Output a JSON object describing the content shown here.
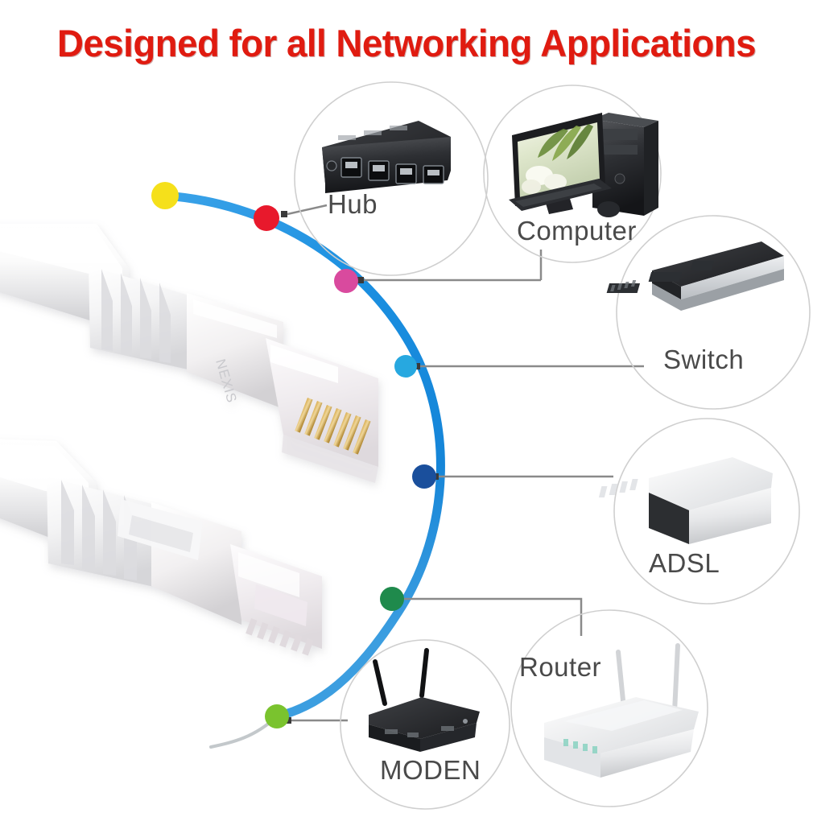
{
  "title": {
    "text": "Designed for all Networking Applications",
    "color": "#e01b10"
  },
  "diagram": {
    "arc_color": "#1a8fe0",
    "leader_line_color": "#8a8a8a",
    "circle_outline_color": "#cfcfcf",
    "nodes": [
      {
        "id": "hub",
        "label": "Hub",
        "dot_color": "#e8192c",
        "device": "network-hub",
        "device_description": "black 4-port network hub"
      },
      {
        "id": "computer",
        "label": "Computer",
        "dot_color": "#d94a9e",
        "device": "desktop-computer",
        "device_description": "monitor with plant wallpaper, tower case, keyboard and mouse"
      },
      {
        "id": "switch",
        "label": "Switch",
        "dot_color": "#27a8e0",
        "device": "rack-switch",
        "device_description": "rack-mount network switch, dark top with silver port faceplate"
      },
      {
        "id": "adsl",
        "label": "ADSL",
        "dot_color": "#1a4f9c",
        "device": "adsl-modem",
        "device_description": "white ADSL modem box with four LED indicators"
      },
      {
        "id": "router",
        "label": "Router",
        "dot_color": "#1f8a4c",
        "device": "wireless-router",
        "device_description": "white wireless router with two antennas"
      },
      {
        "id": "moden",
        "label": "MODEN",
        "dot_color": "#7ac32e",
        "device": "wireless-modem",
        "device_description": "black wireless modem with two antennas"
      }
    ],
    "arc_end_dot": {
      "id": "arc-end",
      "dot_color": "#f5e01b",
      "label": ""
    }
  },
  "product": {
    "cable_type": "flat white ethernet patch cable",
    "connector_top": "RJ45 connector, pin side up with gold contacts",
    "connector_bottom": "RJ45 connector, latch side up",
    "embossed_text": "NEXIS"
  }
}
